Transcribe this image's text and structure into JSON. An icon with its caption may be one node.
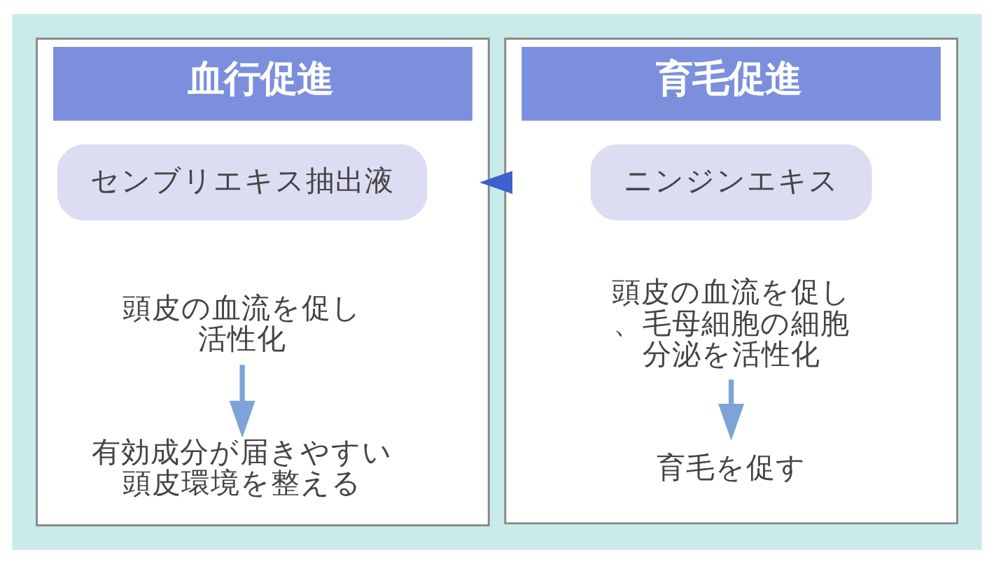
{
  "diagram": {
    "nodes": [
      {
        "text": [
          "血行促進"
        ]
      },
      {
        "text": [
          "センブリエキス抽出液"
        ],
        "in": 0
      },
      {
        "text": [
          "頭皮の血流を促し活性化"
        ],
        "in": 0
      },
      {
        "text": [
          "有効成分が届きやすい頭皮環境を整える"
        ],
        "in": 0
      },
      {
        "text": [
          "育毛促進"
        ]
      },
      {
        "text": [
          "ニンジンエキス"
        ],
        "in": 4
      },
      {
        "text": [
          "頭皮の血流を促し、毛母細胞の細胞分泌を活性化"
        ],
        "in": 4
      },
      {
        "text": [
          "育毛を促す"
        ],
        "in": 4
      }
    ],
    "edges": [
      {
        "from": 2,
        "to": 3,
        "arrow": "to"
      },
      {
        "from": 6,
        "to": 7,
        "arrow": "to"
      },
      {
        "from": 4,
        "to": 0,
        "arrow": "to",
        "color": "#3f5fcc"
      }
    ]
  }
}
